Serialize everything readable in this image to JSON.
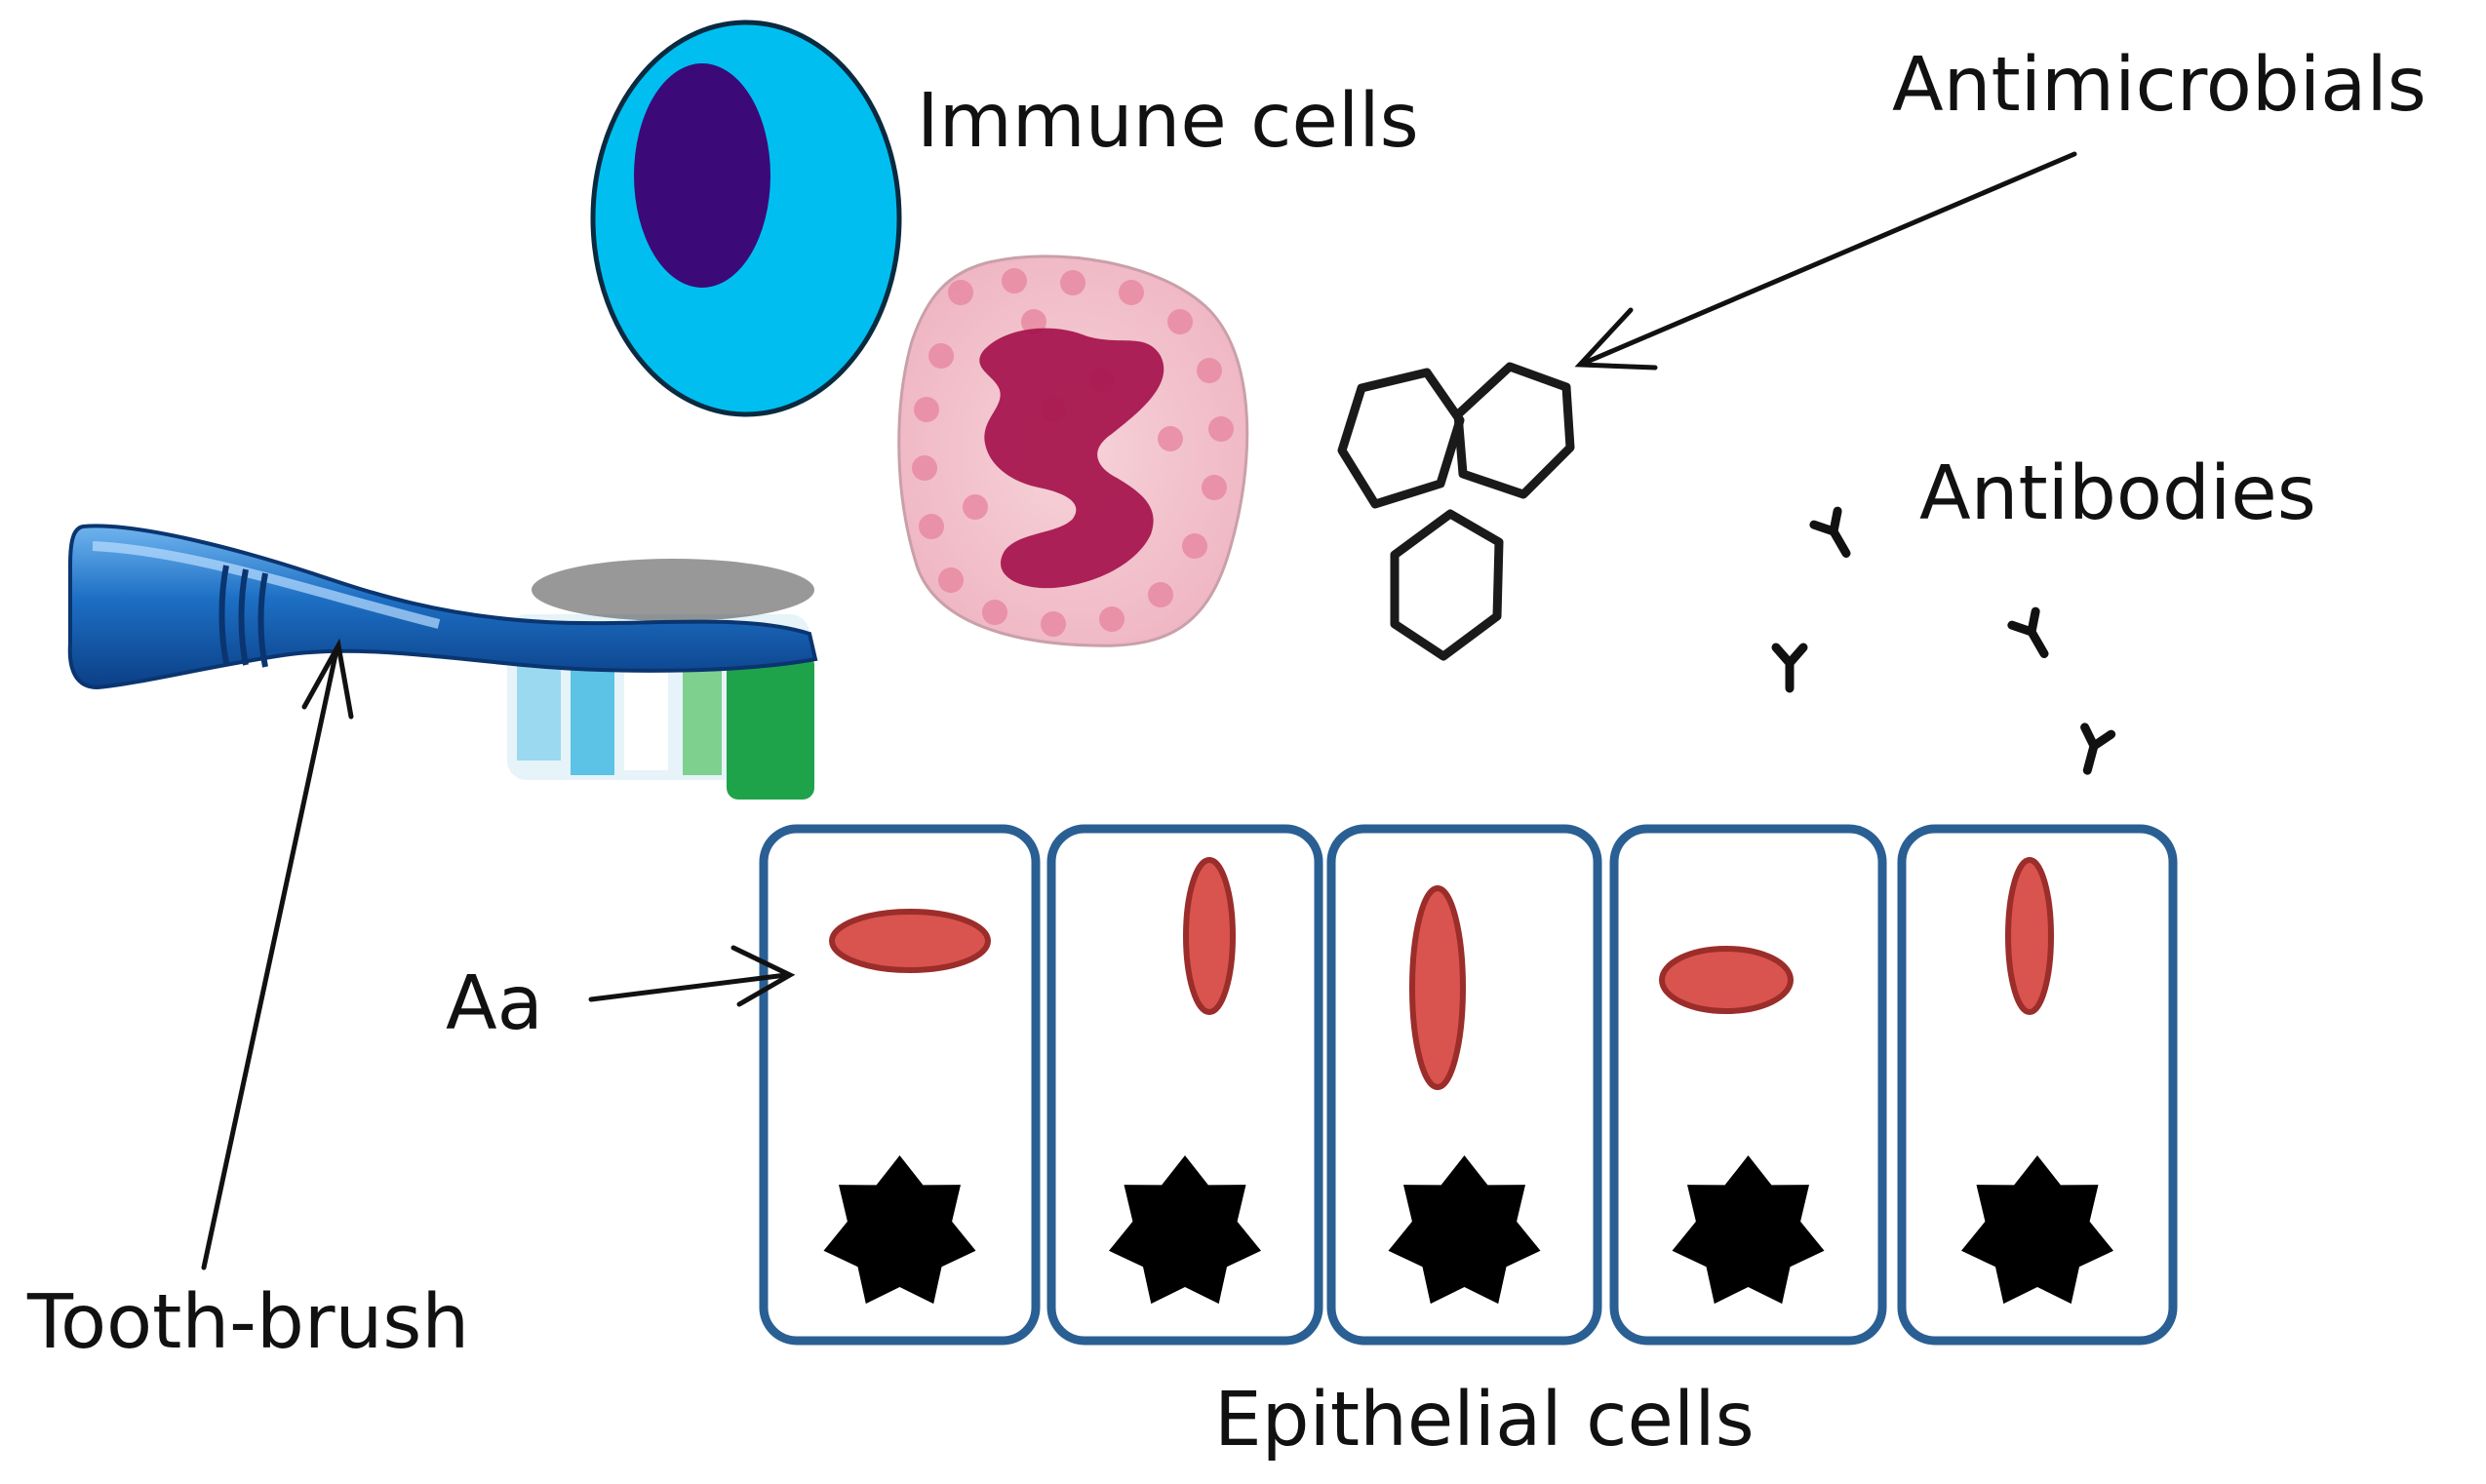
{
  "labels": {
    "immune_cells": "Immune cells",
    "antimicrobials": "Antimicrobials",
    "antibodies": "Antibodies",
    "aa": "Aa",
    "tooth_brush": "Tooth-brush",
    "epithelial_cells": "Epithelial cells"
  },
  "epithelial_cell_count": 5,
  "colors": {
    "cell_border": "#2a5f93",
    "bacteria_fill": "#d9534f",
    "bacteria_stroke": "#9b2d2a",
    "nucleus": "#000000",
    "lymphocyte_outer": "#00bff0",
    "lymphocyte_inner": "#3b0a78",
    "neutrophil_fill": "#f4c3cd",
    "neutrophil_nucleus": "#a6174f",
    "neutrophil_granule": "#e88aa1",
    "brush_handle": "#1d6fc4",
    "brush_bristle_green": "#1fa34a",
    "brush_bristle_blue": "#5cc2e6"
  },
  "icons": [
    "lymphocyte-icon",
    "neutrophil-icon",
    "hexagon-molecule-icon",
    "antibody-icon",
    "toothbrush-icon",
    "bacterium-icon",
    "nucleus-star-icon"
  ]
}
